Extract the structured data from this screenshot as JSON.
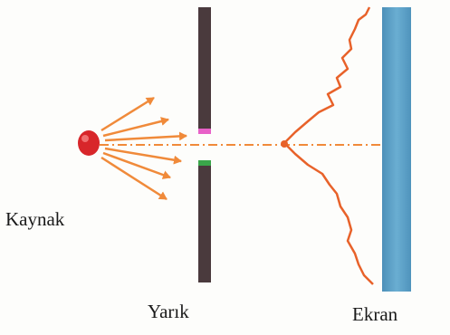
{
  "labels": {
    "source": "Kaynak",
    "slit": "Yarık",
    "screen": "Ekran"
  },
  "colors": {
    "source": "#d8262a",
    "arrow": "#f08a3a",
    "intensity_curve": "#e8622a",
    "axis_dash": "#f08a3a",
    "barrier": "#4a3a3d",
    "slit_edge_top": "#e860c8",
    "slit_edge_bottom": "#3aa64a",
    "screen": "#5aa2c8"
  }
}
